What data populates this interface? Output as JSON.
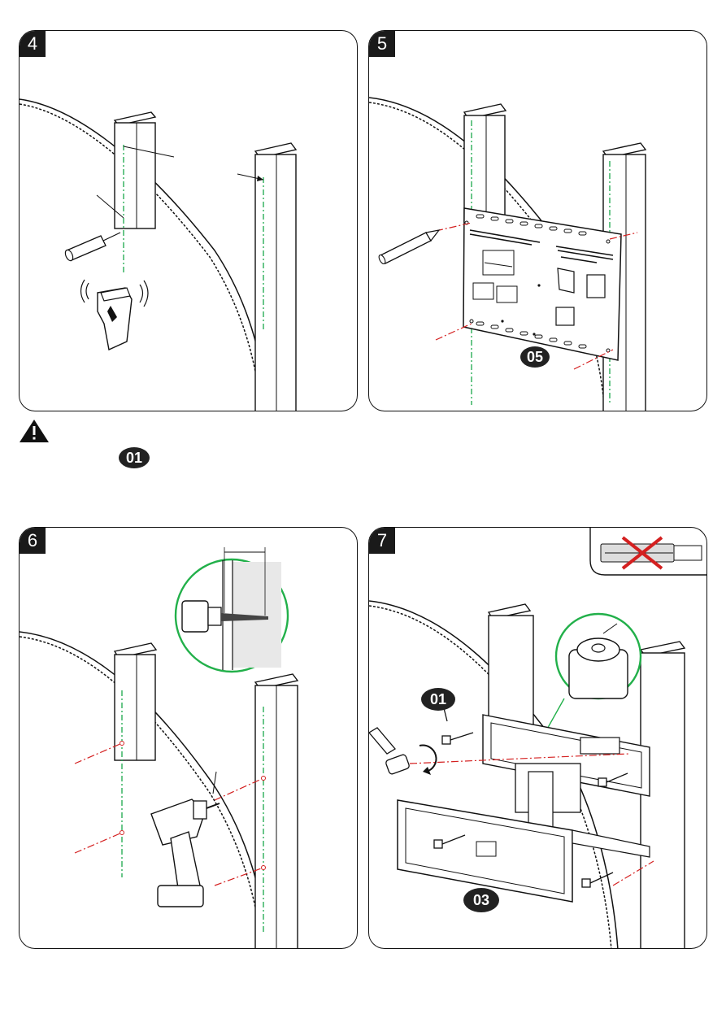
{
  "panels": {
    "step4": {
      "label": "4"
    },
    "step5": {
      "label": "5",
      "part": "05"
    },
    "step6": {
      "label": "6"
    },
    "step7": {
      "label": "7",
      "part_screw": "01",
      "part_plate": "03"
    }
  },
  "warning": {
    "part": "01"
  },
  "colors": {
    "guide_green": "#1aa84a",
    "cut_red": "#d42020",
    "circle_green": "#22b04a",
    "ink": "#111111"
  }
}
